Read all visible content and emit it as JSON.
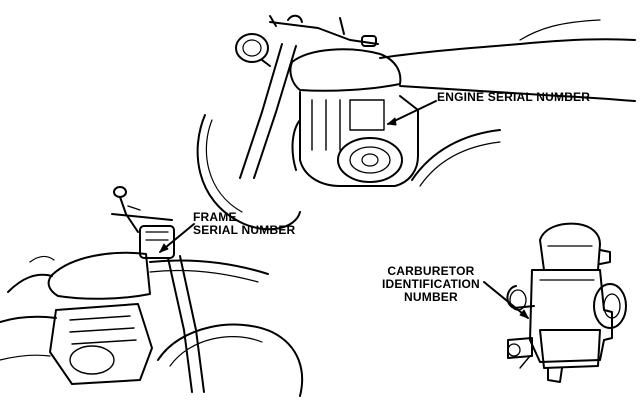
{
  "labels": {
    "engine_serial": "ENGINE SERIAL NUMBER",
    "frame_serial": [
      "FRAME",
      "SERIAL NUMBER"
    ],
    "carburetor_id": [
      "CARBURETOR",
      "IDENTIFICATION",
      "NUMBER"
    ]
  },
  "colors": {
    "ink": "#000000",
    "paper": "#ffffff"
  }
}
